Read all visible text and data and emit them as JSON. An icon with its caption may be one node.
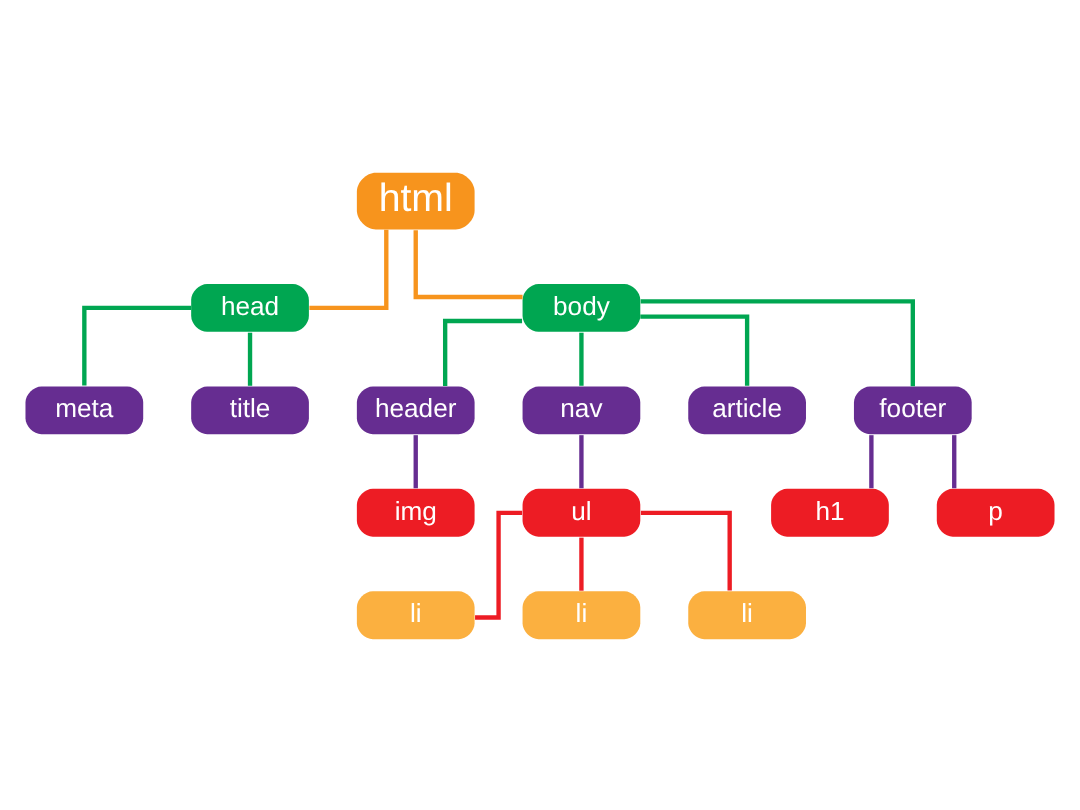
{
  "diagram": {
    "nodes": [
      {
        "text": [
          "html"
        ]
      },
      {
        "text": [
          "head"
        ]
      },
      {
        "text": [
          "body"
        ]
      },
      {
        "text": [
          "meta"
        ]
      },
      {
        "text": [
          "title"
        ]
      },
      {
        "text": [
          "header"
        ]
      },
      {
        "text": [
          "nav"
        ]
      },
      {
        "text": [
          "article"
        ]
      },
      {
        "text": [
          "footer"
        ]
      },
      {
        "text": [
          "img"
        ]
      },
      {
        "text": [
          "ul"
        ]
      },
      {
        "text": [
          "h1"
        ]
      },
      {
        "text": [
          "p"
        ]
      },
      {
        "text": [
          "li"
        ]
      },
      {
        "text": [
          "li"
        ]
      },
      {
        "text": [
          "li"
        ]
      }
    ],
    "edges": [
      {
        "from": 0,
        "to": 1,
        "arrow": "none",
        "color": "#f7941d"
      },
      {
        "from": 0,
        "to": 2,
        "arrow": "none",
        "color": "#f7941d"
      },
      {
        "from": 1,
        "to": 3,
        "arrow": "none"
      },
      {
        "from": 1,
        "to": 4,
        "arrow": "none"
      },
      {
        "from": 2,
        "to": 5,
        "arrow": "none"
      },
      {
        "from": 2,
        "to": 6,
        "arrow": "none"
      },
      {
        "from": 2,
        "to": 7,
        "arrow": "none"
      },
      {
        "from": 2,
        "to": 8,
        "arrow": "none"
      },
      {
        "from": 5,
        "to": 9,
        "arrow": "none",
        "color": "#662d91"
      },
      {
        "from": 6,
        "to": 10,
        "arrow": "none",
        "color": "#662d91"
      },
      {
        "from": 8,
        "to": 11,
        "arrow": "none",
        "color": "#662d91"
      },
      {
        "from": 8,
        "to": 12,
        "arrow": "none",
        "color": "#662d91"
      },
      {
        "from": 10,
        "to": 13,
        "arrow": "none",
        "color": "#ed1c24"
      },
      {
        "from": 10,
        "to": 14,
        "arrow": "none",
        "color": "#ed1c24"
      },
      {
        "from": 10,
        "to": 15,
        "arrow": "none",
        "color": "#ed1c24"
      }
    ]
  }
}
